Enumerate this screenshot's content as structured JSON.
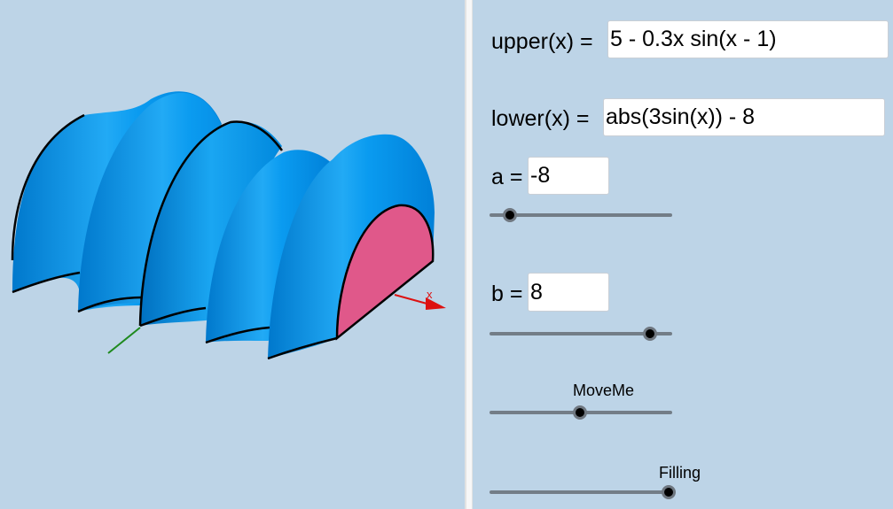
{
  "graphics": {
    "axis_label_x": "x",
    "colors": {
      "surface": "#0099ee",
      "surface_highlight": "#2bb4ff",
      "surface_shadow": "#0070c0",
      "cross_section": "#e0588a",
      "x_axis": "#dd1111",
      "y_axis": "#1f8a1f",
      "outline": "#000000"
    }
  },
  "algebra": {
    "upper": {
      "label": "upper(x) =",
      "value": "5 - 0.3x sin(x - 1)"
    },
    "lower": {
      "label": "lower(x) =",
      "value": "abs(3sin(x)) - 8"
    },
    "a": {
      "label": "a =",
      "value": "-8",
      "slider_fraction": 0.1
    },
    "b": {
      "label": "b =",
      "value": "8",
      "slider_fraction": 0.9
    },
    "moveme": {
      "caption": "MoveMe",
      "slider_fraction": 0.5
    },
    "filling": {
      "caption": "Filling",
      "slider_fraction": 1.0
    }
  },
  "colors": {
    "background": "#bdd4e7",
    "slider_track": "#737d87",
    "slider_thumb": "#000000"
  }
}
